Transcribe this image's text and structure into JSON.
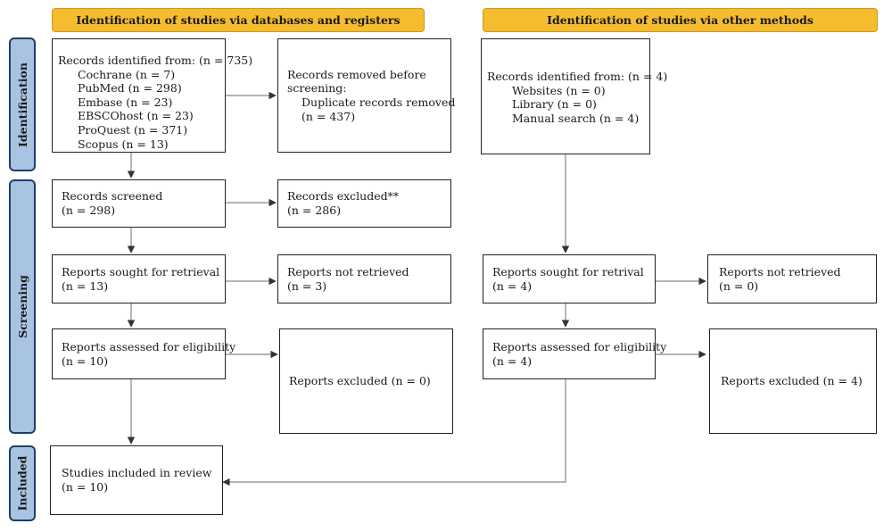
{
  "headers": {
    "left": "Identification of studies via databases and registers",
    "right": "Identification of studies via other methods"
  },
  "phases": {
    "identification": "Identification",
    "screening": "Screening",
    "included": "Included"
  },
  "db": {
    "records_identified": {
      "title": "Records identified from: (n = 735)",
      "sources": [
        "Cochrane (n = 7)",
        "PubMed (n = 298)",
        "Embase (n = 23)",
        "EBSCOhost (n = 23)",
        "ProQuest (n = 371)",
        "Scopus (n = 13)"
      ]
    },
    "records_removed": {
      "line1": "Records removed before",
      "line2": "screening:",
      "line3": "Duplicate records removed",
      "line4": "(n = 437)"
    },
    "records_screened": {
      "title": "Records screened",
      "count": "(n = 298)"
    },
    "records_excluded": {
      "title": "Records excluded**",
      "count": "(n = 286)"
    },
    "reports_sought": {
      "title": "Reports sought for retrieval",
      "count": "(n = 13)"
    },
    "reports_not_retrieved": {
      "title": "Reports not retrieved",
      "count": "(n = 3)"
    },
    "reports_assessed": {
      "title": "Reports assessed for eligibility",
      "count": "(n = 10)"
    },
    "reports_excluded": {
      "title": "Reports excluded (n = 0)"
    },
    "studies_included": {
      "title": "Studies included in review",
      "count": "(n = 10)"
    }
  },
  "other": {
    "records_identified": {
      "title": "Records identified from: (n = 4)",
      "sources": [
        "Websites (n = 0)",
        "Library (n = 0)",
        "Manual search (n = 4)"
      ]
    },
    "reports_sought": {
      "title": "Reports sought for retrival",
      "count": "(n = 4)"
    },
    "reports_not_retrieved": {
      "title": "Reports not retrieved",
      "count": "(n = 0)"
    },
    "reports_assessed": {
      "title": "Reports assessed for eligibility",
      "count": "(n = 4)"
    },
    "reports_excluded": {
      "title": "Reports excluded (n = 4)"
    }
  },
  "colors": {
    "header_fill": "#f5bc2f",
    "phase_fill": "#a9c4e2",
    "phase_border": "#1d3f66",
    "arrow": "#888888"
  }
}
